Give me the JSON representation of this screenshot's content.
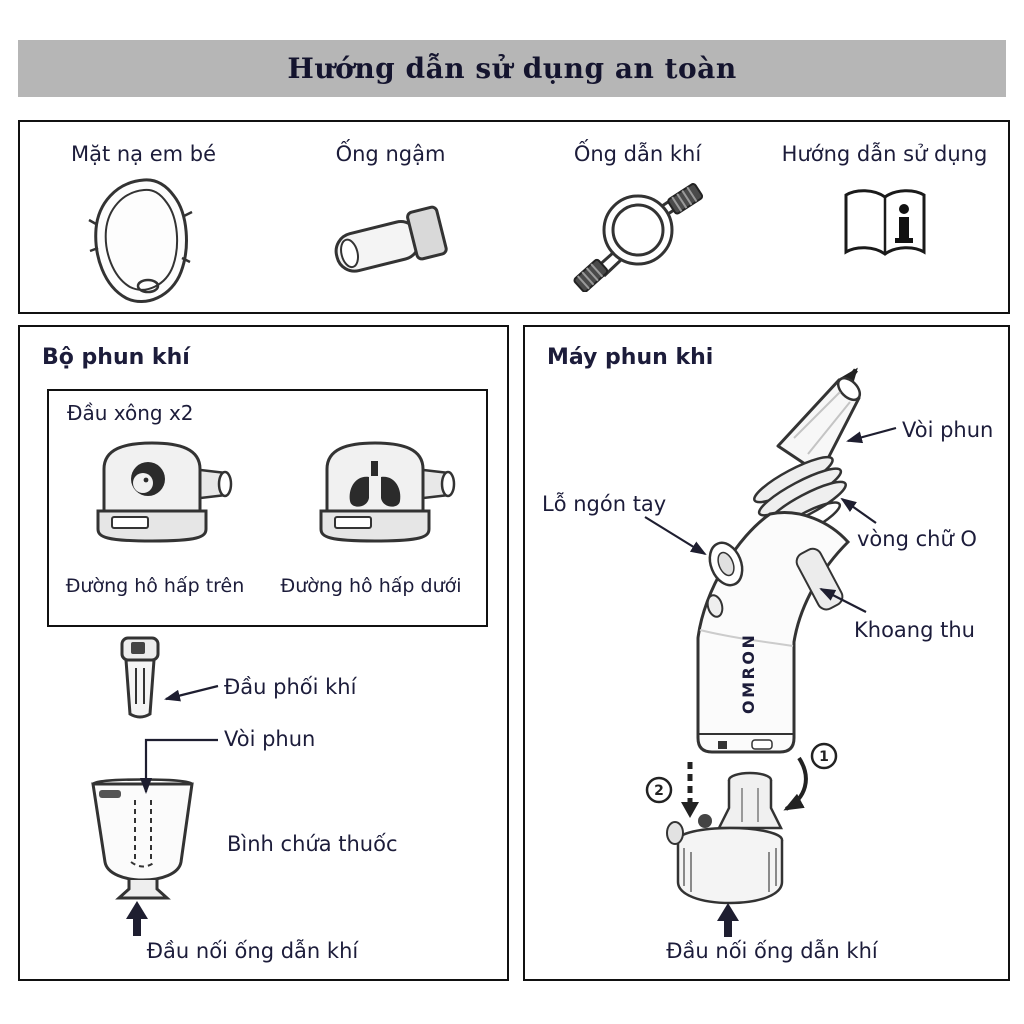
{
  "header": {
    "title": "Hướng dẫn sử dụng an toàn"
  },
  "accessories": {
    "items": [
      {
        "label": "Mặt nạ em bé",
        "icon": "baby-mask-icon"
      },
      {
        "label": "Ống ngậm",
        "icon": "mouthpiece-icon"
      },
      {
        "label": "Ống dẫn khí",
        "icon": "air-tube-icon"
      },
      {
        "label": "Hướng dẫn sử dụng",
        "icon": "manual-book-icon"
      }
    ]
  },
  "kit": {
    "title": "Bộ phun khí",
    "heads_title": "Đầu xông x2",
    "head_upper_label": "Đường hô hấp trên",
    "head_lower_label": "Đường hô hấp dưới",
    "air_head_label": "Đầu phối khí",
    "nozzle_label": "Vòi phun",
    "cup_label": "Bình chứa thuốc",
    "connector_label": "Đầu nối ống dẫn khí"
  },
  "machine": {
    "title": "Máy phun khi",
    "brand": "OMRON",
    "nozzle_label": "Vòi phun",
    "finger_hole_label": "Lỗ ngón tay",
    "o_ring_label": "vòng chữ O",
    "chamber_label": "Khoang thu",
    "connector_label": "Đầu nối ống dẫn khí",
    "step1": "1",
    "step2": "2"
  },
  "colors": {
    "header_bg": "#b6b6b6",
    "text": "#1c1c3a",
    "border": "#111111",
    "line": "#222222"
  }
}
